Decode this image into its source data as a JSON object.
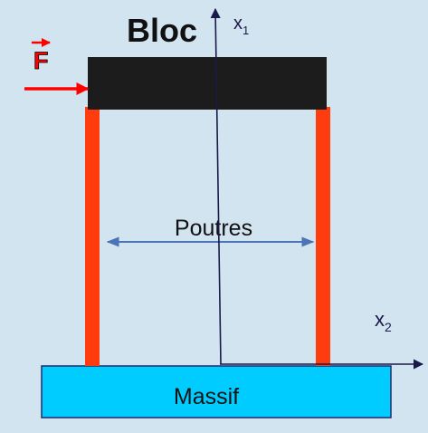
{
  "labels": {
    "bloc": "Bloc",
    "force": "F",
    "beams": "Poutres",
    "base": "Massif",
    "axis_x1": "x",
    "axis_x1_sub": "1",
    "axis_x2": "x",
    "axis_x2_sub": "2"
  },
  "colors": {
    "background": "#d3e4f1",
    "bloc": "#1c1c1c",
    "beams": "#ff3c0e",
    "base_fill": "#00ccff",
    "base_stroke": "#1a2d6b",
    "force": "#ff0000",
    "span_arrow": "#4a74b4",
    "axes": "#1a1a4a"
  }
}
